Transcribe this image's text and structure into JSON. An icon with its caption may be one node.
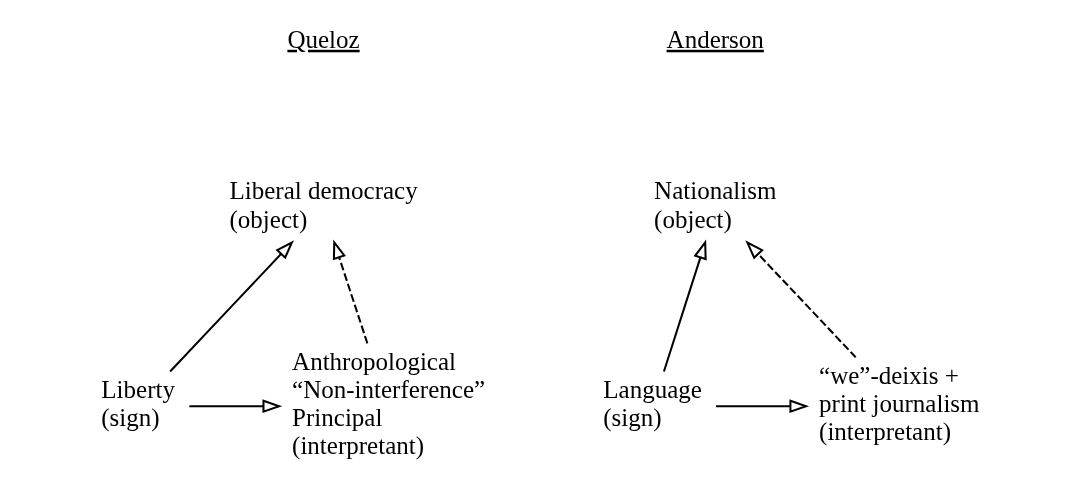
{
  "diagram": {
    "nodes": [
      {
        "text": [
          "Liberal democracy",
          "(object)"
        ]
      },
      {
        "text": [
          "Liberty",
          "(sign)"
        ]
      },
      {
        "text": [
          "Anthropological “Non-interference” Principal",
          "(interpretant)"
        ]
      },
      {
        "text": [
          "Nationalism",
          "(object)"
        ]
      },
      {
        "text": [
          "Language",
          "(sign)"
        ]
      },
      {
        "text": [
          "“we”-deixis + print journalism",
          "(interpretant)"
        ]
      }
    ],
    "edges": [
      {
        "from": 1,
        "to": 0,
        "arrow": "to"
      },
      {
        "from": 1,
        "to": 2,
        "arrow": "to"
      },
      {
        "from": 2,
        "to": 0,
        "arrow": "to",
        "style": "dashed"
      },
      {
        "from": 4,
        "to": 3,
        "arrow": "to"
      },
      {
        "from": 4,
        "to": 5,
        "arrow": "to"
      },
      {
        "from": 5,
        "to": 3,
        "arrow": "to",
        "style": "dashed"
      }
    ],
    "labels": [
      "Queloz",
      "Anderson"
    ]
  }
}
